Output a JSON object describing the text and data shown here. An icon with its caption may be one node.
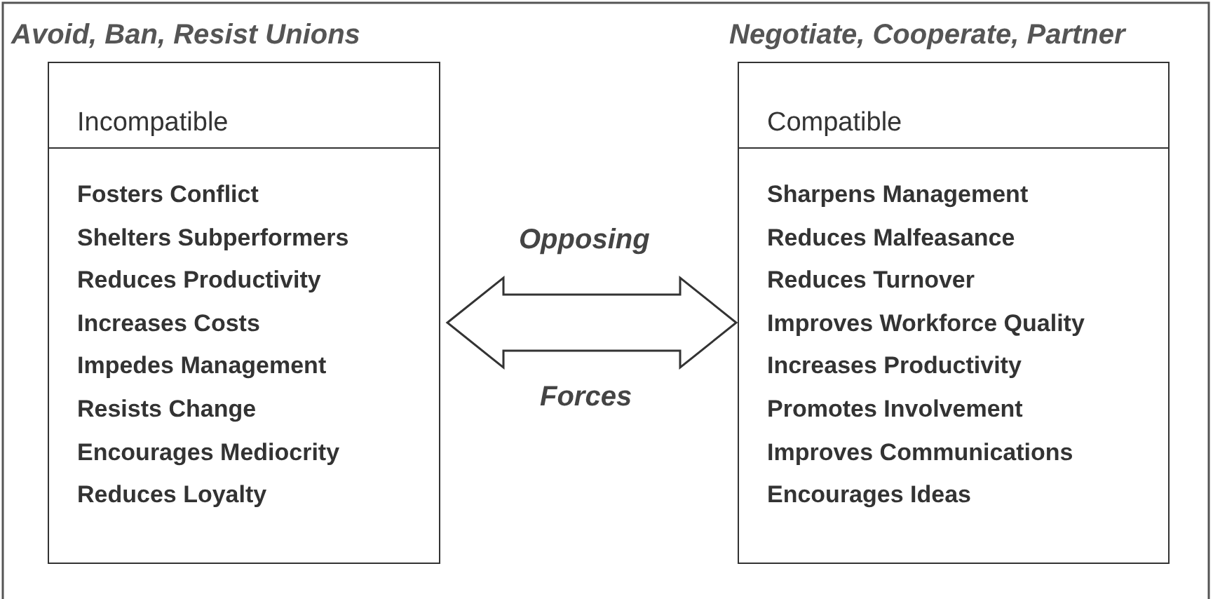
{
  "diagram": {
    "nodes": [
      {
        "text": [
          "Avoid, Ban, Resist Unions",
          "Incompatible",
          "Fosters Conflict",
          "Shelters Subperformers",
          "Reduces Productivity",
          "Increases Costs",
          "Impedes Management",
          "Resists Change",
          "Encourages Mediocrity",
          "Reduces Loyalty"
        ]
      },
      {
        "text": [
          "Negotiate, Cooperate, Partner",
          "Compatible",
          "Sharpens Management",
          "Reduces Malfeasance",
          "Reduces Turnover",
          "Improves Workforce Quality",
          "Increases Productivity",
          "Promotes Involvement",
          "Improves Communications",
          "Encourages Ideas"
        ]
      }
    ],
    "edges": [
      {
        "from": 0,
        "to": 1,
        "arrow": "both"
      }
    ],
    "labels": [
      "Opposing",
      "Forces"
    ]
  }
}
